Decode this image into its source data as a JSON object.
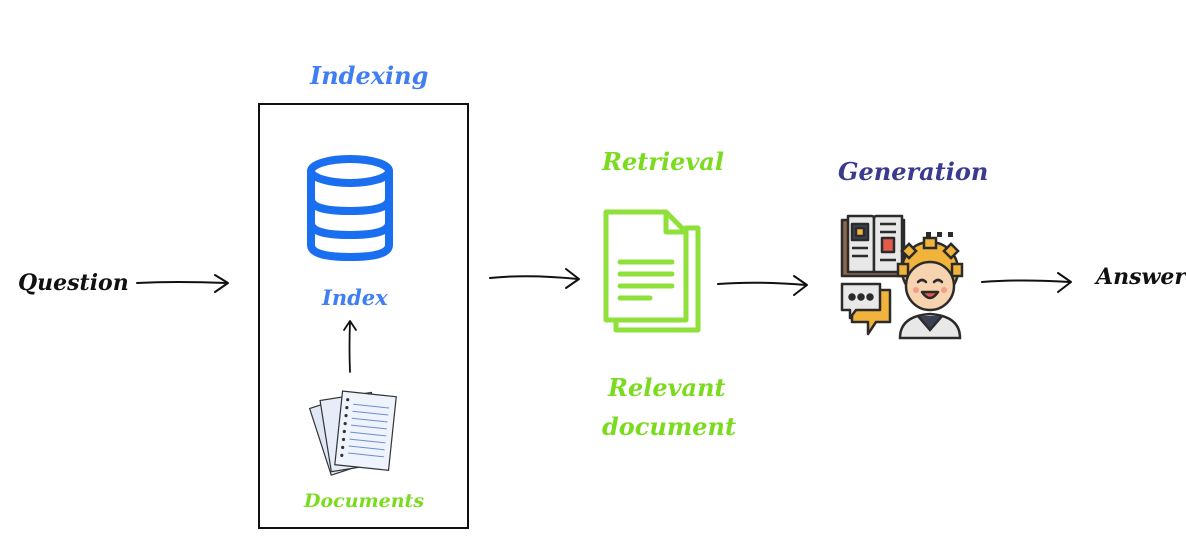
{
  "labels": {
    "indexing": "Indexing",
    "retrieval": "Retrieval",
    "generation": "Generation",
    "question": "Question",
    "index": "Index",
    "documents": "Documents",
    "relevant_document_line1": "Relevant",
    "relevant_document_line2": "document",
    "answer": "Answer"
  },
  "colors": {
    "indexing": "#3f7ff2",
    "retrieval": "#7bdc1f",
    "generation": "#3a3b8f",
    "text_dark": "#111111",
    "database_icon": "#1a6ff0",
    "document_icon": "#8fe03a"
  },
  "icons": {
    "database": "database-icon",
    "documents": "documents-stack-icon",
    "relevant_document": "document-icon",
    "generation": "reading-person-gear-icon"
  }
}
